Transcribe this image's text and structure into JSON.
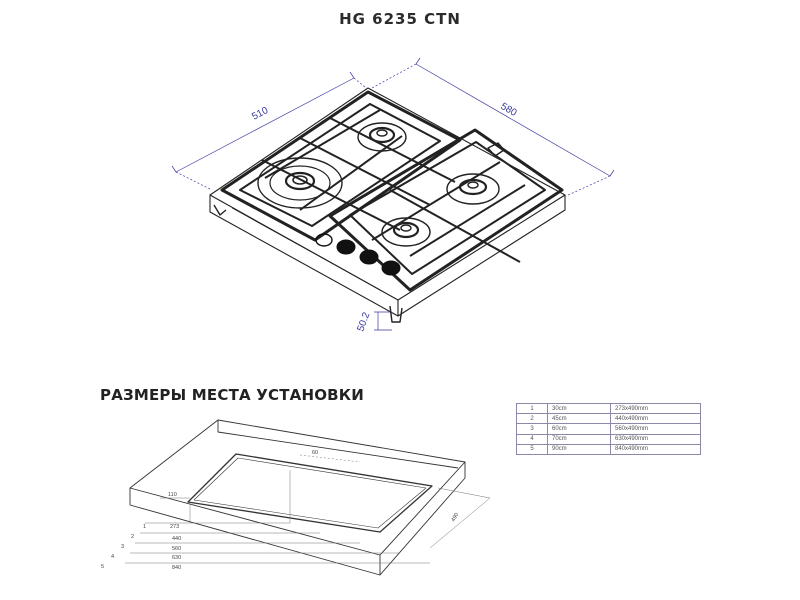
{
  "header": {
    "title": "HG 6235 CTN"
  },
  "hob_drawing": {
    "dim_width": "510",
    "dim_depth": "580",
    "dim_height": "50.2"
  },
  "install": {
    "title": "РАЗМЕРЫ МЕСТА УСТАНОВКИ",
    "label_depth_top": "60",
    "label_offset": "110",
    "label_cut_depth": "490",
    "rows_left": [
      {
        "n": "1",
        "w": "273"
      },
      {
        "n": "2",
        "w": "440"
      },
      {
        "n": "3",
        "w": "560"
      },
      {
        "n": "4",
        "w": "630"
      },
      {
        "n": "5",
        "w": "840"
      }
    ]
  },
  "sizes_table": {
    "rows": [
      [
        "1",
        "30cm",
        "273x490mm"
      ],
      [
        "2",
        "45cm",
        "440x490mm"
      ],
      [
        "3",
        "60cm",
        "560x490mm"
      ],
      [
        "4",
        "70cm",
        "630x490mm"
      ],
      [
        "5",
        "90cm",
        "840x490mm"
      ]
    ]
  }
}
